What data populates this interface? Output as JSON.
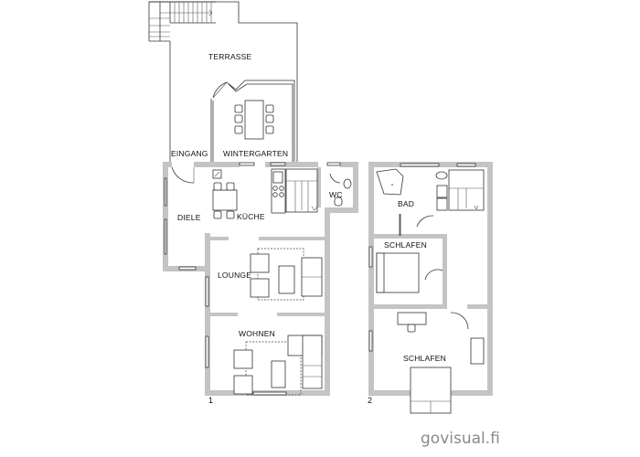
{
  "plan": {
    "floor_1": {
      "number": "1",
      "rooms": {
        "terrasse": "TERRASSE",
        "eingang": "EINGANG",
        "wintergarten": "WINTERGARTEN",
        "diele": "DIELE",
        "kueche": "KÜCHE",
        "wc": "WC",
        "lounge": "LOUNGE",
        "wohnen": "WOHNEN"
      }
    },
    "floor_2": {
      "number": "2",
      "rooms": {
        "bad": "BAD",
        "schlafen_small": "SCHLAFEN",
        "schlafen_large": "SCHLAFEN"
      }
    }
  },
  "watermark": "govisual.fi",
  "colors": {
    "wall": "#c4c4c4",
    "line": "#333333",
    "watermark": "#8a8a8a"
  }
}
